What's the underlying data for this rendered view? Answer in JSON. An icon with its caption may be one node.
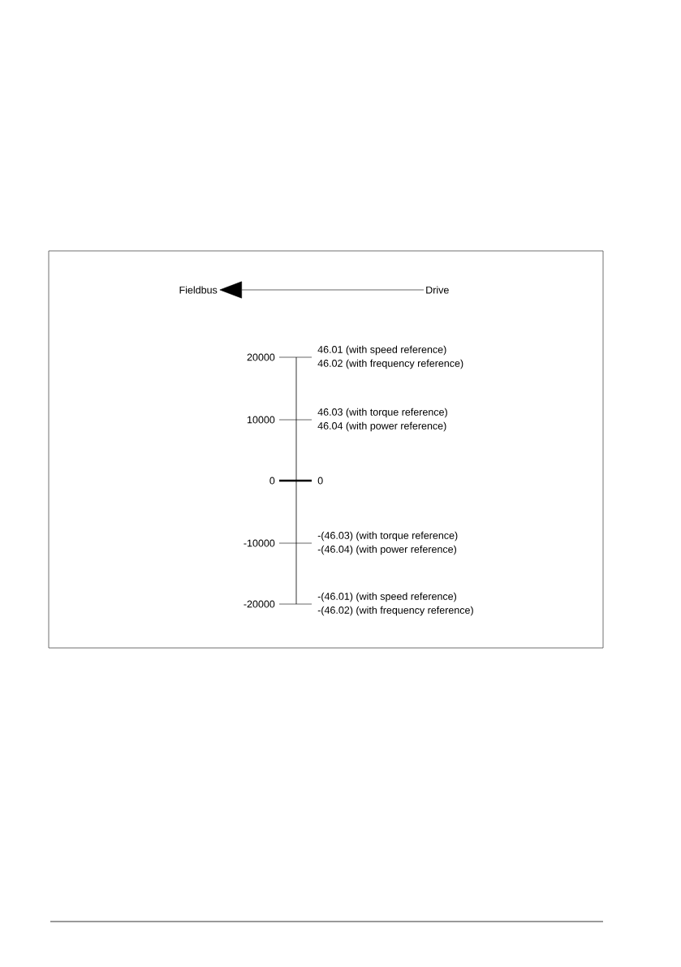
{
  "diagram": {
    "nodes": [
      {
        "text": [
          "Fieldbus"
        ]
      },
      {
        "text": [
          "Drive"
        ]
      },
      {
        "text": [
          "20000"
        ]
      },
      {
        "text": [
          "46.01 (with speed reference)",
          "46.02 (with frequency reference)"
        ]
      },
      {
        "text": [
          "10000"
        ]
      },
      {
        "text": [
          "46.03 (with torque reference)",
          "46.04 (with power reference)"
        ]
      },
      {
        "text": [
          "0"
        ]
      },
      {
        "text": [
          "0"
        ]
      },
      {
        "text": [
          "-10000"
        ]
      },
      {
        "text": [
          "-(46.03) (with torque reference)",
          "-(46.04) (with power reference)"
        ]
      },
      {
        "text": [
          "-20000"
        ]
      },
      {
        "text": [
          "-(46.01) (with speed reference)",
          "-(46.02) (with frequency reference)"
        ]
      }
    ],
    "edges": [
      {
        "from": 1,
        "to": 0,
        "arrow": "to"
      },
      {
        "from": 2,
        "to": 3,
        "arrow": "none"
      },
      {
        "from": 4,
        "to": 5,
        "arrow": "none"
      },
      {
        "from": 6,
        "to": 7,
        "arrow": "none",
        "style": "thick"
      },
      {
        "from": 8,
        "to": 9,
        "arrow": "none"
      },
      {
        "from": 10,
        "to": 11,
        "arrow": "none"
      }
    ]
  }
}
